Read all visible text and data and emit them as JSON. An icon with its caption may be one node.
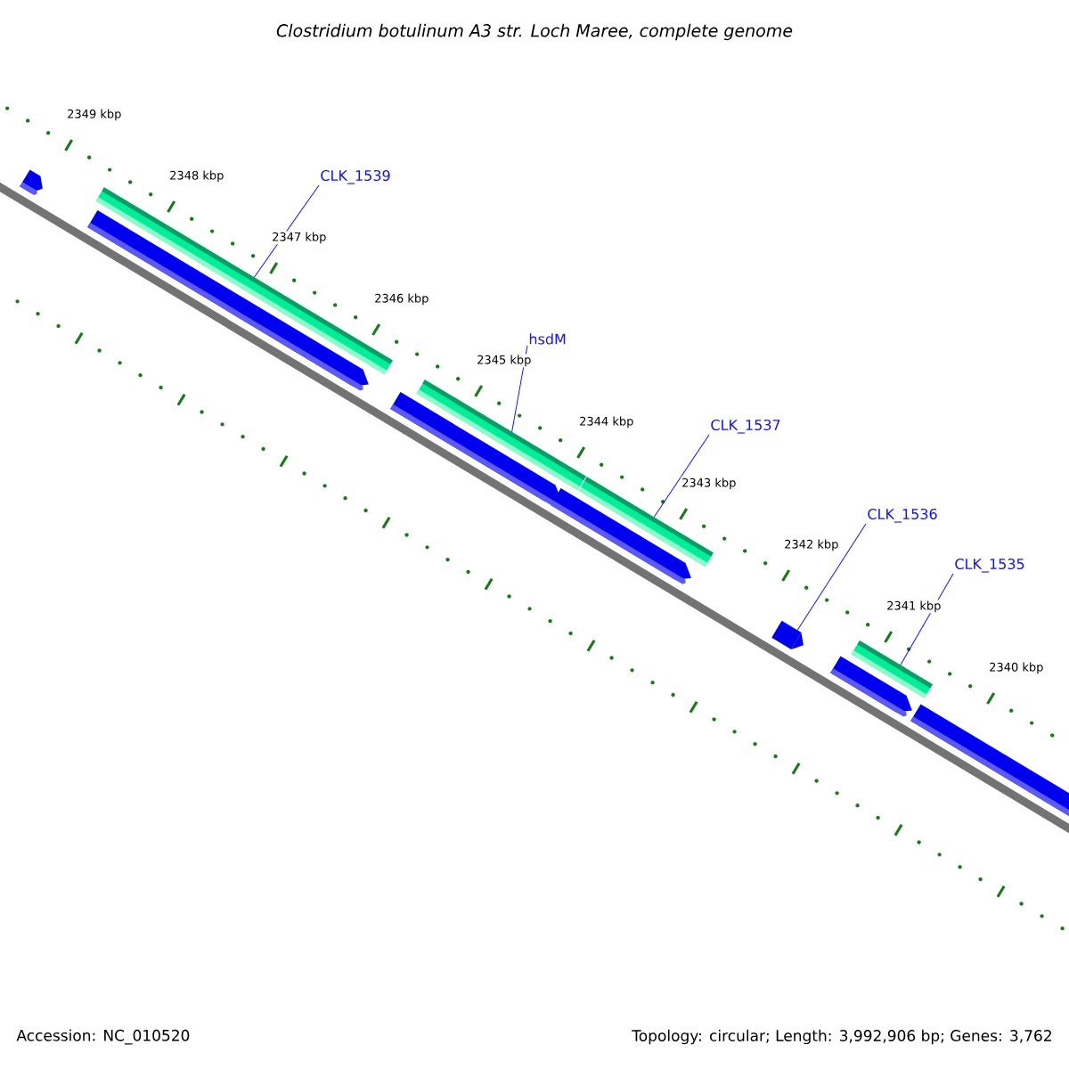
{
  "diagram": {
    "title": "Clostridium botulinum A3 str. Loch Maree, complete genome",
    "nodes": [
      {
        "text": [
          "CLK_1539"
        ]
      },
      {
        "text": [
          "hsdM"
        ]
      },
      {
        "text": [
          "CLK_1537"
        ]
      },
      {
        "text": [
          "CLK_1536"
        ]
      },
      {
        "text": [
          "CLK_1535"
        ]
      },
      {
        "text": [],
        "shape": "bar"
      },
      {
        "text": [],
        "shape": "bar"
      },
      {
        "text": [],
        "shape": "bar"
      },
      {
        "text": [],
        "shape": "arrow"
      },
      {
        "text": [],
        "shape": "bar"
      }
    ],
    "edges": [
      {
        "from": 0,
        "to": 5,
        "arrow": "none"
      },
      {
        "from": 1,
        "to": 6,
        "arrow": "none"
      },
      {
        "from": 2,
        "to": 7,
        "arrow": "none"
      },
      {
        "from": 3,
        "to": 8,
        "arrow": "none"
      },
      {
        "from": 4,
        "to": 9,
        "arrow": "none"
      }
    ],
    "labels": [
      "2349 kbp",
      "2348 kbp",
      "2347 kbp",
      "2346 kbp",
      "2345 kbp",
      "2344 kbp",
      "2343 kbp",
      "2342 kbp",
      "2341 kbp",
      "2340 kbp",
      "Accession: NC_010520",
      "Topology: circular; Length: 3,992,906 bp; Genes: 3,762"
    ]
  }
}
